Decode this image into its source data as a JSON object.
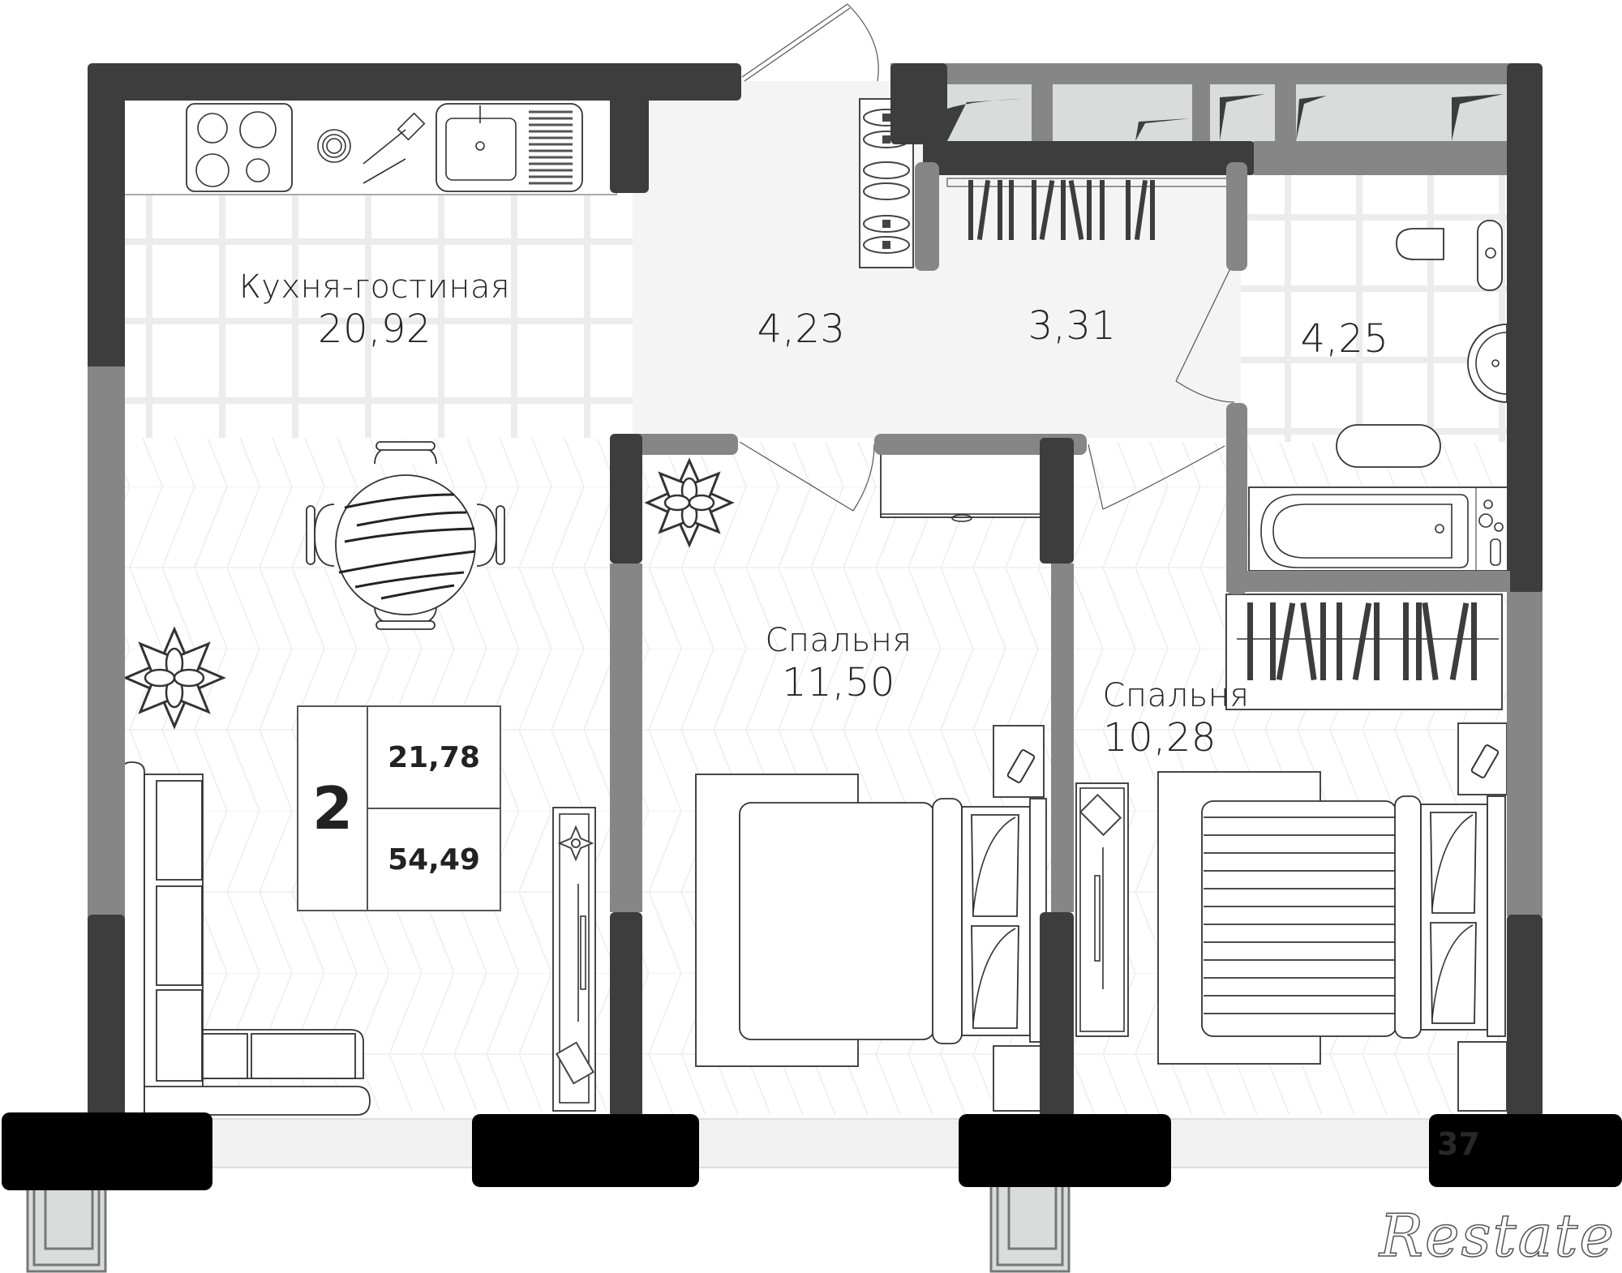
{
  "plan": {
    "colors": {
      "wall_outer": "#3d3d3d",
      "wall_inner": "#868686",
      "wall_window_pier": "#000000",
      "hall_floor": "#f4f4f4",
      "tile_grout": "#ececec",
      "glazing": "#dadcdc"
    },
    "rooms": [
      {
        "id": "kitchen-living",
        "name": "Кухня-гостиная",
        "area": "20,92"
      },
      {
        "id": "hallway",
        "name": "",
        "area": "4,23"
      },
      {
        "id": "wardrobe",
        "name": "",
        "area": "3,31"
      },
      {
        "id": "bathroom",
        "name": "",
        "area": "4,25"
      },
      {
        "id": "bedroom-1",
        "name": "Спальня",
        "area": "11,50"
      },
      {
        "id": "bedroom-2",
        "name": "Спальня",
        "area": "10,28"
      }
    ],
    "summary": {
      "room_count": "2",
      "living_area": "21,78",
      "total_area": "54,49"
    },
    "watermark": "Restate",
    "faded_id_fragment": "37",
    "icons": [
      "stove-icon",
      "plate-icon",
      "cutlery-icon",
      "sink-icon",
      "shoe-rack-icon",
      "clothes-rail-icon",
      "toilet-icon",
      "washbasin-icon",
      "bathtub-icon",
      "bath-mat-icon",
      "dining-table-icon",
      "flower-decor-icon",
      "sofa-icon",
      "tv-stand-icon",
      "bed-icon",
      "nightstand-icon",
      "phone-icon",
      "window-sill-icon",
      "door-swing-icon"
    ]
  }
}
